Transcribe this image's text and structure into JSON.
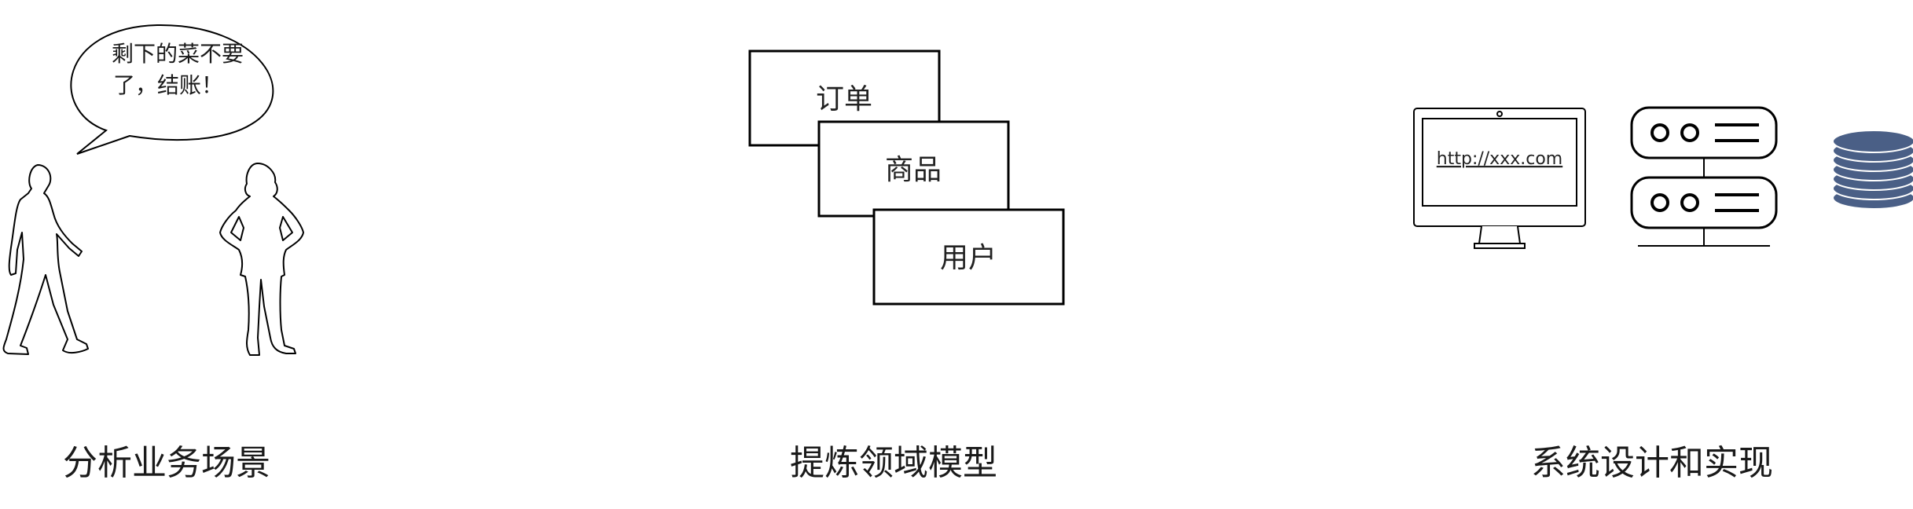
{
  "speech_bubble": {
    "line1": "剩下的菜不要",
    "line2": "了，结账！"
  },
  "model_boxes": [
    "订单",
    "商品",
    "用户"
  ],
  "monitor": {
    "url": "http://xxx.com"
  },
  "captions": [
    "分析业务场景",
    "提炼领域模型",
    "系统设计和实现"
  ],
  "colors": {
    "stroke": "#000000",
    "database": "#4a5f86",
    "database_edge": "#ffffff"
  },
  "icons": [
    "person-walking-icon",
    "person-standing-icon",
    "speech-bubble-icon",
    "monitor-icon",
    "server-icon",
    "database-icon"
  ]
}
